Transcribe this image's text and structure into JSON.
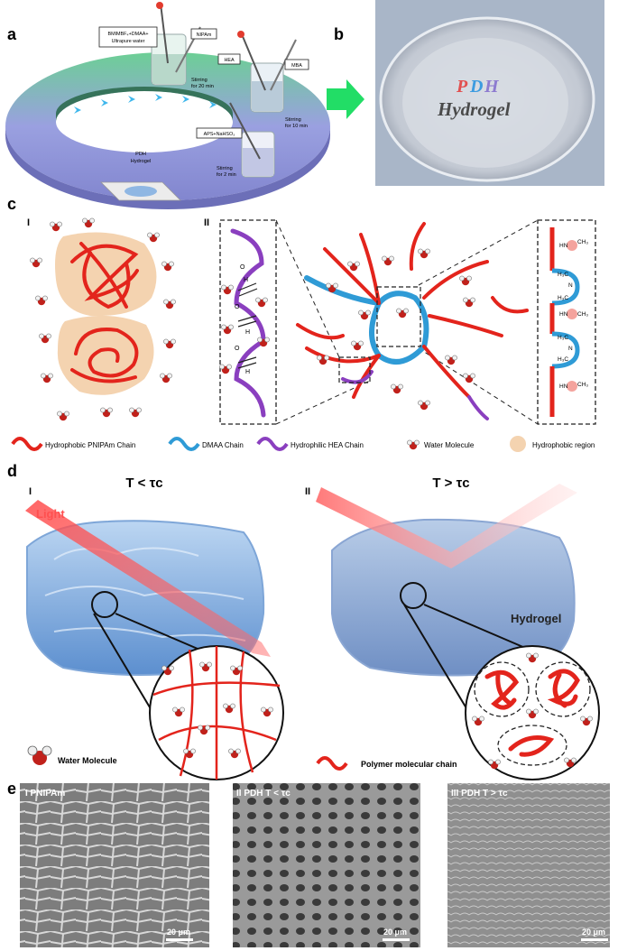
{
  "panels": {
    "a": {
      "letter": "a",
      "reagent_1": "BMIMBF₄+DMAA+",
      "reagent_1b": "Ultrapure water",
      "reagent_2": "NIPAm",
      "reagent_3": "HEA",
      "reagent_4": "MBA",
      "reagent_5": "APS+NaHSO₃",
      "step_1": "Stirring",
      "step_1b": "for 20 min",
      "step_2": "Stirring",
      "step_2b": "for 10 min",
      "step_3": "Stirring",
      "step_3b": "for 2 min",
      "product_1": "PDH",
      "product_2": "Hydrogel"
    },
    "b": {
      "letter": "b",
      "pdh_p": "P",
      "pdh_d": "D",
      "pdh_h": "H",
      "word": "Hydrogel"
    },
    "c": {
      "letter": "c",
      "sub_i": "I",
      "sub_ii": "II",
      "legend": [
        {
          "label": "Hydrophobic PNIPAm Chain",
          "color": "#e3241c"
        },
        {
          "label": "DMAA Chain",
          "color": "#2f9bd6"
        },
        {
          "label": "Hydrophilic HEA Chain",
          "color": "#8a3fbf"
        },
        {
          "label": "Water Molecule",
          "color": "#c0211b"
        },
        {
          "label": "Hydrophobic region",
          "color": "#f4d3b0"
        }
      ],
      "hbond_h": "H",
      "hbond_o": "O",
      "chem_hn": "HN",
      "chem_ch3": "CH₃",
      "chem_h3c": "H₃C",
      "chem_n": "N"
    },
    "d": {
      "letter": "d",
      "sub_i": "I",
      "sub_ii": "II",
      "temp_low": "T < τc",
      "temp_high": "T > τc",
      "light": "Light",
      "hydrogel": "Hydrogel",
      "legend_water": "Water Molecule",
      "legend_chain": "Polymer molecular chain"
    },
    "e": {
      "letter": "e",
      "img1_label": "I PNIPAm",
      "img2_label": "II PDH T < τc",
      "img3_label": "III PDH T > τc",
      "scale": "20 μm"
    }
  },
  "colors": {
    "pnipam": "#e3241c",
    "dmaa": "#2f9bd6",
    "hea": "#8a3fbf",
    "hydrophobic_region": "#f4d3b0",
    "arrow_green": "#22dd66",
    "ring_green": "#5fc18a",
    "ring_purple": "#8f93d8",
    "gel_blue": "#8fb7e3"
  }
}
